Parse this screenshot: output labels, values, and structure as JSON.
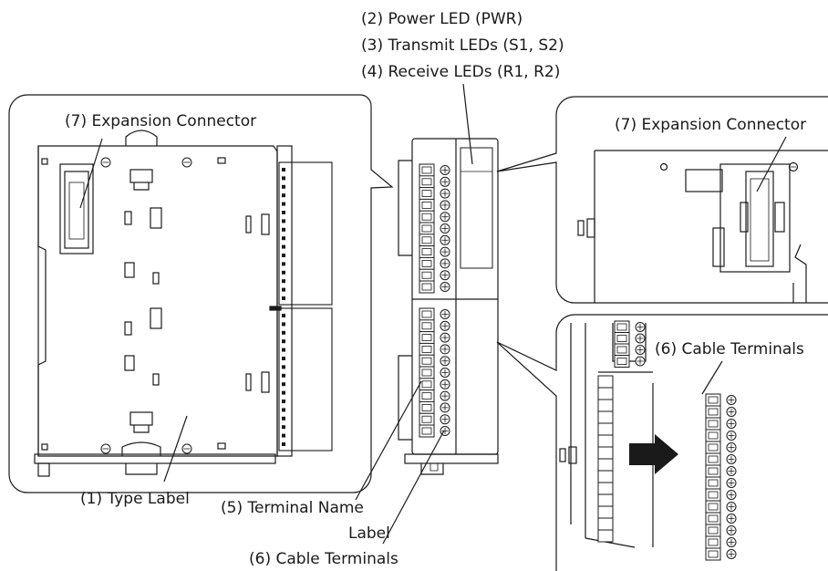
{
  "callouts": {
    "top_power_led": "(2) Power LED (PWR)",
    "top_transmit_leds": "(3) Transmit LEDs (S1, S2)",
    "top_receive_leds": "(4) Receive LEDs (R1, R2)",
    "left_expansion_connector": "(7) Expansion Connector",
    "right_expansion_connector": "(7) Expansion Connector",
    "right_cable_terminals": "(6) Cable Terminals",
    "type_label": "(1) Type Label",
    "terminal_name_label_line1": "(5) Terminal Name",
    "terminal_name_label_line2": "Label",
    "bottom_cable_terminals": "(6) Cable Terminals"
  },
  "colors": {
    "line": "#1a1a1a",
    "terminal_fill": "#f2f2f2",
    "arrow": "#1a1a1a"
  }
}
